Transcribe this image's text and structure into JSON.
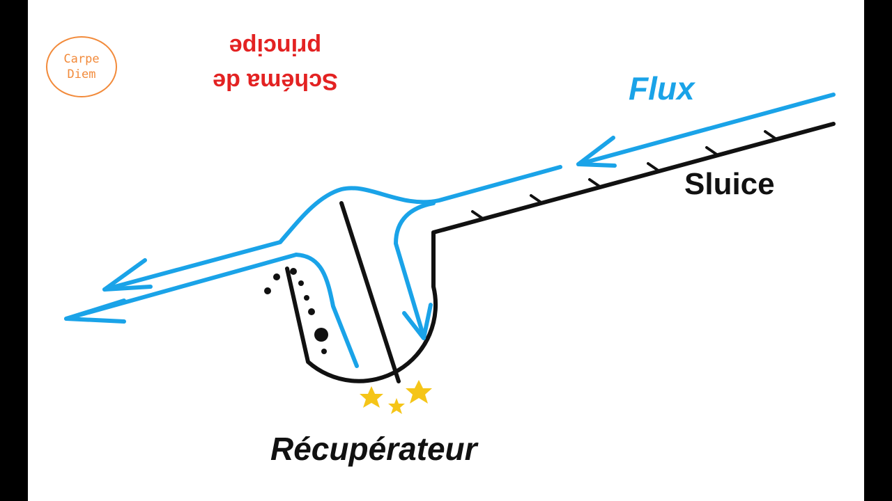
{
  "logo": {
    "line1": "Carpe",
    "line2": "Diem"
  },
  "title": {
    "line1": "Schéma de",
    "line2": "principe"
  },
  "labels": {
    "flux": "Flux",
    "sluice": "Sluice",
    "recuperateur": "Récupérateur"
  },
  "colors": {
    "flow": "#1aa3e8",
    "structure": "#111111",
    "title": "#e32222",
    "logo": "#f28a3a",
    "gold": "#f5c518"
  },
  "icons": [
    "gold-nugget-star",
    "debris-dot"
  ]
}
